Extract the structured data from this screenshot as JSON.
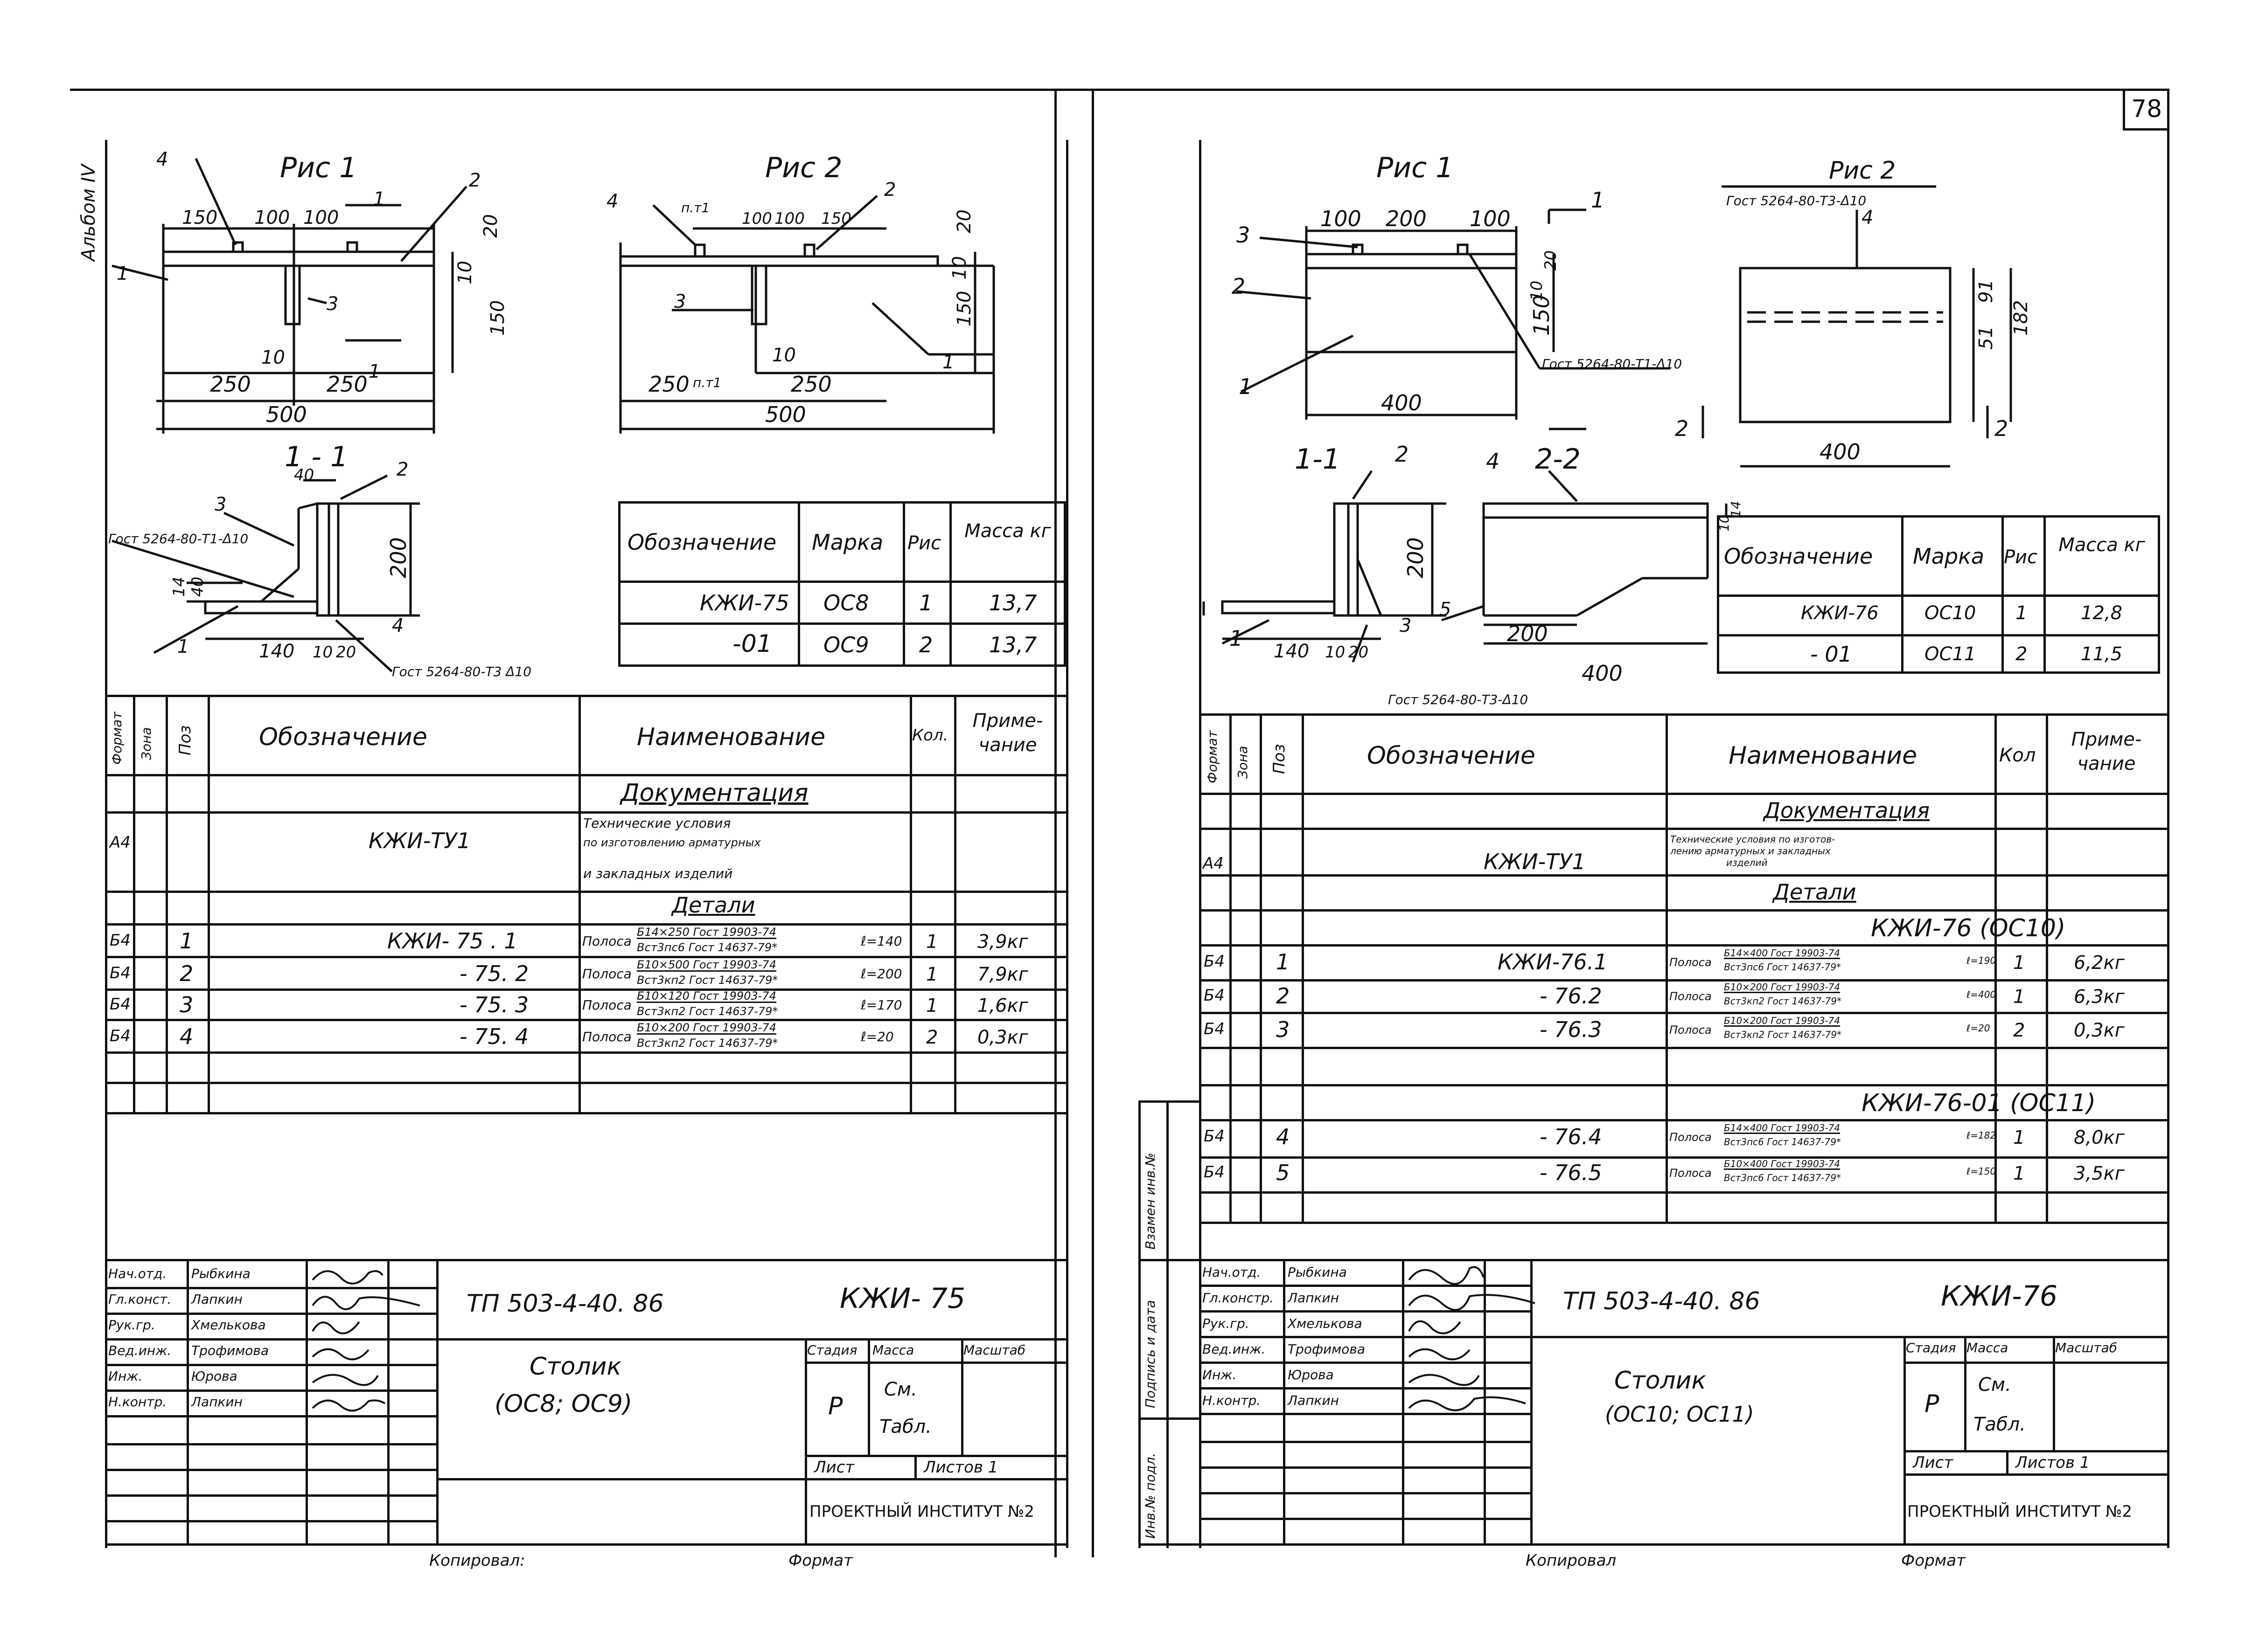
{
  "page_number": "78",
  "album_label": "Альбом IV",
  "left": {
    "fig1_title": "Рис 1",
    "fig2_title": "Рис 2",
    "fig1": {
      "pos": [
        "4",
        "2",
        "1",
        "3",
        "1"
      ],
      "dims": [
        "150",
        "100",
        "100",
        "20",
        "10",
        "150",
        "10",
        "250",
        "250",
        "500"
      ],
      "section": "1"
    },
    "fig2": {
      "pos": [
        "4",
        "2",
        "3",
        "1"
      ],
      "dims": [
        "п.т1",
        "100",
        "100",
        "150",
        "20",
        "10",
        "150",
        "10",
        "250",
        "250",
        "500"
      ],
      "pt": "п.т1",
      "pt2": "п.т1"
    },
    "section_title": "1 - 1",
    "section": {
      "pos": [
        "3",
        "2",
        "4",
        "1"
      ],
      "dims": [
        "40",
        "200",
        "14",
        "40",
        "140",
        "10",
        "20"
      ],
      "gost1": "Гост 5264-80-Т1-Δ10",
      "gost2": "Гост 5264-80-Т3 Δ10"
    },
    "mass_table": {
      "headers": [
        "Обозначение",
        "Марка",
        "Рис",
        "Масса кг"
      ],
      "rows": [
        [
          "КЖИ-75",
          "ОС8",
          "1",
          "13,7"
        ],
        [
          "-01",
          "ОС9",
          "2",
          "13,7"
        ]
      ]
    },
    "spec": {
      "headers": [
        "Формат",
        "Зона",
        "Поз",
        "Обозначение",
        "Наименование",
        "Кол.",
        "Приме- чание"
      ],
      "doc_heading": "Документация",
      "doc": {
        "format": "А4",
        "designation": "КЖИ-ТУ1",
        "name_lines": [
          "Технические условия",
          "по изготовлению арматурных",
          "и закладных изделий"
        ]
      },
      "parts_heading": "Детали",
      "rows": [
        {
          "format": "Б4",
          "pos": "1",
          "designation": "КЖИ- 75 . 1",
          "name": "Полоса",
          "frac_top": "Б14×250 Гост 19903-74",
          "frac_bottom": "Вст3пс6 Гост 14637-79*",
          "len": "ℓ=140",
          "qty": "1",
          "note": "3,9кг"
        },
        {
          "format": "Б4",
          "pos": "2",
          "designation": "- 75. 2",
          "name": "Полоса",
          "frac_top": "Б10×500 Гост 19903-74",
          "frac_bottom": "Вст3кп2 Гост 14637-79*",
          "len": "ℓ=200",
          "qty": "1",
          "note": "7,9кг"
        },
        {
          "format": "Б4",
          "pos": "3",
          "designation": "- 75. 3",
          "name": "Полоса",
          "frac_top": "Б10×120 Гост 19903-74",
          "frac_bottom": "Вст3кп2 Гост 14637-79*",
          "len": "ℓ=170",
          "qty": "1",
          "note": "1,6кг"
        },
        {
          "format": "Б4",
          "pos": "4",
          "designation": "- 75. 4",
          "name": "Полоса",
          "frac_top": "Б10×200 Гост 19903-74",
          "frac_bottom": "Вст3кп2 Гост 14637-79*",
          "len": "ℓ=20",
          "qty": "2",
          "note": "0,3кг"
        }
      ]
    },
    "stamp": {
      "roles": [
        "Нач.отд.",
        "Гл.конст.",
        "Рук.гр.",
        "Вед.инж.",
        "Инж.",
        "Н.контр."
      ],
      "names": [
        "Рыбкина",
        "Лапкин",
        "Хмелькова",
        "Трофимова",
        "Юрова",
        "Лапкин"
      ],
      "doc_code": "ТП 503-4-40. 86",
      "mark": "КЖИ- 75",
      "title": "Столик",
      "subtitle": "(ОС8; ОС9)",
      "stage_h": "Стадия",
      "mass_h": "Масса",
      "scale_h": "Масштаб",
      "stage": "Р",
      "mass_1": "См.",
      "mass_2": "Табл.",
      "sheet": "Лист",
      "sheets": "Листов 1",
      "org": "ПРОЕКТНЫЙ ИНСТИТУТ №2",
      "copied": "Копировал:",
      "format": "Формат"
    }
  },
  "right": {
    "fig1_title": "Рис 1",
    "fig2_title": "Рис 2",
    "fig1": {
      "pos": [
        "3",
        "2",
        "1"
      ],
      "dims": [
        "100",
        "200",
        "100",
        "10",
        "20",
        "150",
        "400"
      ],
      "section": "1",
      "gost": "Гост 5264-80-Т1-Δ10"
    },
    "fig2": {
      "gost": "Гост 5264-80-Т3-Δ10",
      "pos": "4",
      "dims": [
        "91",
        "51",
        "182",
        "400"
      ],
      "section": "2"
    },
    "section1_title": "1-1",
    "section2_title": "2-2",
    "section1": {
      "pos": [
        "2",
        "1",
        "3"
      ],
      "dims": [
        "200",
        "140",
        "10",
        "20"
      ],
      "gost": "Гост 5264-80-Т3-Δ10"
    },
    "section2": {
      "pos": [
        "4",
        "5"
      ],
      "dims": [
        "10",
        "14",
        "200",
        "400"
      ]
    },
    "mass_table": {
      "headers": [
        "Обозначение",
        "Марка",
        "Рис",
        "Масса кг"
      ],
      "rows": [
        [
          "КЖИ-76",
          "ОС10",
          "1",
          "12,8"
        ],
        [
          "- 01",
          "ОС11",
          "2",
          "11,5"
        ]
      ]
    },
    "spec": {
      "headers": [
        "Формат",
        "Зона",
        "Поз",
        "Обозначение",
        "Наименование",
        "Кол",
        "Приме- чание"
      ],
      "doc_heading": "Документация",
      "doc": {
        "format": "А4",
        "designation": "КЖИ-ТУ1",
        "name_lines": [
          "Технические условия по изготов-",
          "лению арматурных и закладных",
          "изделий"
        ]
      },
      "parts_heading": "Детали",
      "group1": "КЖИ-76 (ОС10)",
      "group2": "КЖИ-76-01 (ОС11)",
      "rows1": [
        {
          "format": "Б4",
          "pos": "1",
          "designation": "КЖИ-76.1",
          "name": "Полоса",
          "frac_top": "Б14×400 Гост 19903-74",
          "frac_bottom": "Вст3пс6 Гост 14637-79*",
          "len": "ℓ=190",
          "qty": "1",
          "note": "6,2кг"
        },
        {
          "format": "Б4",
          "pos": "2",
          "designation": "- 76.2",
          "name": "Полоса",
          "frac_top": "Б10×200 Гост 19903-74",
          "frac_bottom": "Вст3кп2 Гост 14637-79*",
          "len": "ℓ=400",
          "qty": "1",
          "note": "6,3кг"
        },
        {
          "format": "Б4",
          "pos": "3",
          "designation": "- 76.3",
          "name": "Полоса",
          "frac_top": "Б10×200 Гост 19903-74",
          "frac_bottom": "Вст3кп2 Гост 14637-79*",
          "len": "ℓ=20",
          "qty": "2",
          "note": "0,3кг"
        }
      ],
      "rows2": [
        {
          "format": "Б4",
          "pos": "4",
          "designation": "- 76.4",
          "name": "Полоса",
          "frac_top": "Б14×400 Гост 19903-74",
          "frac_bottom": "Вст3пс6 Гост 14637-79*",
          "len": "ℓ=182",
          "qty": "1",
          "note": "8,0кг"
        },
        {
          "format": "Б4",
          "pos": "5",
          "designation": "- 76.5",
          "name": "Полоса",
          "frac_top": "Б10×400 Гост 19903-74",
          "frac_bottom": "Вст3пс6 Гост 14637-79*",
          "len": "ℓ=150",
          "qty": "1",
          "note": "3,5кг"
        }
      ]
    },
    "side_labels": [
      "Взамен инв.№",
      "Подпись и дата",
      "Инв.№ подл."
    ],
    "stamp": {
      "roles": [
        "Нач.отд.",
        "Гл.констр.",
        "Рук.гр.",
        "Вед.инж.",
        "Инж.",
        "Н.контр."
      ],
      "names": [
        "Рыбкина",
        "Лапкин",
        "Хмелькова",
        "Трофимова",
        "Юрова",
        "Лапкин"
      ],
      "doc_code": "ТП 503-4-40. 86",
      "mark": "КЖИ-76",
      "title": "Столик",
      "subtitle": "(ОС10; ОС11)",
      "stage_h": "Стадия",
      "mass_h": "Масса",
      "scale_h": "Масштаб",
      "stage": "Р",
      "mass_1": "См.",
      "mass_2": "Табл.",
      "sheet": "Лист",
      "sheets": "Листов 1",
      "org": "ПРОЕКТНЫЙ ИНСТИТУТ №2",
      "copied": "Копировал",
      "format": "Формат"
    }
  }
}
